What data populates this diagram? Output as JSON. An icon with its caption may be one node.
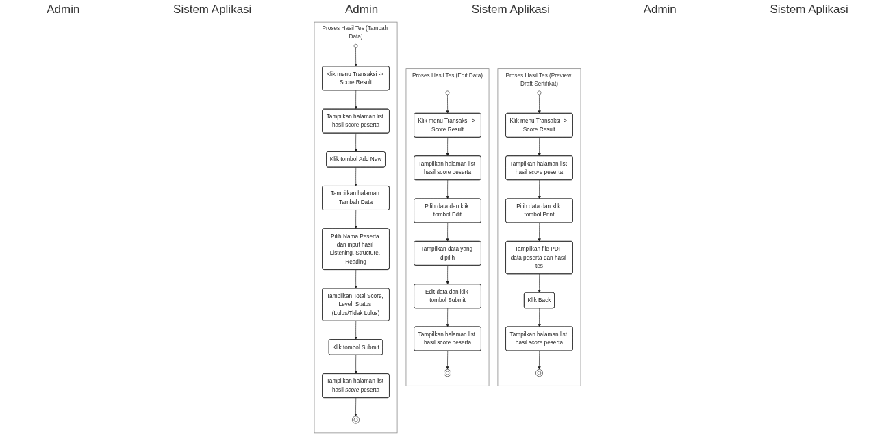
{
  "diagram": {
    "nodes": [
      {
        "text": [
          "Proses Hasil Tes (Tambah Data)"
        ]
      },
      {
        "text": [],
        "shape": "circle",
        "in": 0
      },
      {
        "text": [
          "Klik menu Transaksi -> Score Result"
        ],
        "in": 0
      },
      {
        "text": [
          "Tampilkan halaman list hasil score peserta"
        ],
        "in": 0
      },
      {
        "text": [
          "Klik tombol Add New"
        ],
        "in": 0
      },
      {
        "text": [
          "Tampilkan halaman Tambah Data"
        ],
        "in": 0
      },
      {
        "text": [
          "Pilih Nama Peserta dan input hasil Listening, Structure, Reading"
        ],
        "in": 0
      },
      {
        "text": [
          "Tampilkan Total Score, Level, Status (Lulus/Tidak Lulus)"
        ],
        "in": 0
      },
      {
        "text": [
          "Klik tombol Submit"
        ],
        "in": 0
      },
      {
        "text": [
          "Tampilkan halaman list hasil *score* peserta"
        ],
        "in": 0
      },
      {
        "text": [],
        "shape": "double-circle",
        "in": 0
      },
      {
        "text": [
          "Proses Hasil Tes (Edit Data)"
        ]
      },
      {
        "text": [],
        "shape": "circle",
        "in": 11
      },
      {
        "text": [
          "Klik menu Transaksi -> Score Result"
        ],
        "in": 11
      },
      {
        "text": [
          "Tampilkan halaman list hasil score peserta"
        ],
        "in": 11
      },
      {
        "text": [
          "Pilih data dan klik tombol Edit"
        ],
        "in": 11
      },
      {
        "text": [
          "Tampilkan data yang dipilih"
        ],
        "in": 11
      },
      {
        "text": [
          "Edit data dan klik tombol Submit"
        ],
        "in": 11
      },
      {
        "text": [
          "Tampilkan halaman list hasil score peserta"
        ],
        "in": 11
      },
      {
        "text": [],
        "shape": "double-circle",
        "in": 11
      },
      {
        "text": [
          "Proses Hasil Tes (Preview Draft Sertifikat)"
        ]
      },
      {
        "text": [],
        "shape": "circle",
        "in": 20
      },
      {
        "text": [
          "Klik menu Transaksi -> Score Result"
        ],
        "in": 20
      },
      {
        "text": [
          "Tampilkan halaman list hasil *score* peserta"
        ],
        "in": 20
      },
      {
        "text": [
          "Pilih data dan klik tombol Print"
        ],
        "in": 20
      },
      {
        "text": [
          "Tampilkan file PDF data peserta dan hasil tes"
        ],
        "in": 20
      },
      {
        "text": [
          "Klik Back"
        ],
        "in": 20
      },
      {
        "text": [
          "Tampilkan halaman list hasil *score* peserta"
        ],
        "in": 20
      },
      {
        "text": [],
        "shape": "double-circle",
        "in": 20
      }
    ],
    "edges": [
      {
        "from": 1,
        "to": 2,
        "arrow": "to"
      },
      {
        "from": 2,
        "to": 3,
        "arrow": "to"
      },
      {
        "from": 3,
        "to": 4,
        "arrow": "to"
      },
      {
        "from": 4,
        "to": 5,
        "arrow": "to"
      },
      {
        "from": 5,
        "to": 6,
        "arrow": "to"
      },
      {
        "from": 6,
        "to": 7,
        "arrow": "to"
      },
      {
        "from": 7,
        "to": 8,
        "arrow": "to"
      },
      {
        "from": 8,
        "to": 9,
        "arrow": "to"
      },
      {
        "from": 9,
        "to": 10,
        "arrow": "to"
      },
      {
        "from": 12,
        "to": 13,
        "arrow": "to"
      },
      {
        "from": 13,
        "to": 14,
        "arrow": "to"
      },
      {
        "from": 14,
        "to": 15,
        "arrow": "to"
      },
      {
        "from": 15,
        "to": 16,
        "arrow": "to"
      },
      {
        "from": 16,
        "to": 17,
        "arrow": "to"
      },
      {
        "from": 17,
        "to": 18,
        "arrow": "to"
      },
      {
        "from": 18,
        "to": 19,
        "arrow": "to"
      },
      {
        "from": 21,
        "to": 22,
        "arrow": "to"
      },
      {
        "from": 22,
        "to": 23,
        "arrow": "to"
      },
      {
        "from": 23,
        "to": 24,
        "arrow": "to"
      },
      {
        "from": 24,
        "to": 25,
        "arrow": "to"
      },
      {
        "from": 25,
        "to": 26,
        "arrow": "to"
      },
      {
        "from": 26,
        "to": 27,
        "arrow": "to"
      },
      {
        "from": 27,
        "to": 28,
        "arrow": "to"
      }
    ],
    "labels": [
      "Admin",
      "Sistem Aplikasi",
      "Admin",
      "Sistem Aplikasi",
      "Admin",
      "Sistem Aplikasi"
    ]
  }
}
